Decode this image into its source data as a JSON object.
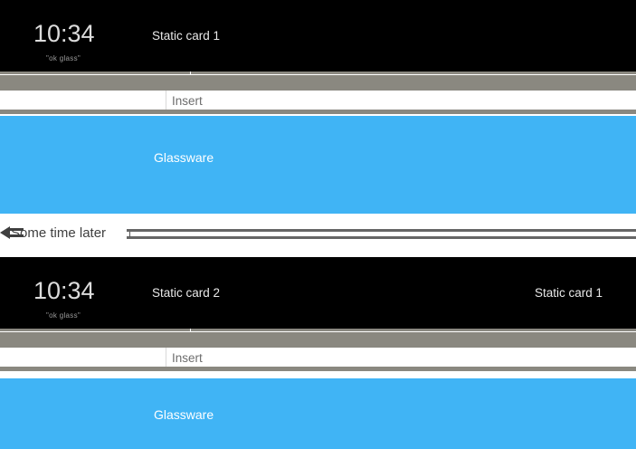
{
  "colors": {
    "card_bg": "#000000",
    "accent_blue": "#40b4f5",
    "rule_gray": "#8a8880",
    "line_dark": "#666666",
    "page_bg": "#ffffff",
    "clock_text": "#dcdcdc",
    "muted_text": "#6d6d6d"
  },
  "sequence": [
    {
      "id": "row-1",
      "type": "glass-card",
      "clock": "10:34",
      "hint": "\"ok glass\"",
      "cards": [
        {
          "label": "Static card 1",
          "slot": "center"
        }
      ]
    },
    {
      "id": "row-2",
      "type": "insert",
      "label": "Insert"
    },
    {
      "id": "row-3",
      "type": "glassware",
      "label": "Glassware"
    },
    {
      "id": "row-4",
      "type": "transition",
      "label": "Some time later",
      "arrow": "arrow-left-icon"
    },
    {
      "id": "row-5",
      "type": "glass-card",
      "clock": "10:34",
      "hint": "\"ok glass\"",
      "cards": [
        {
          "label": "Static card 2",
          "slot": "center"
        },
        {
          "label": "Static card 1",
          "slot": "right"
        }
      ]
    },
    {
      "id": "row-6",
      "type": "insert",
      "label": "Insert"
    },
    {
      "id": "row-7",
      "type": "glassware",
      "label": "Glassware"
    }
  ],
  "labels": {
    "clock_1": "10:34",
    "hint_1": "\"ok glass\"",
    "static_card_1_top": "Static card 1",
    "insert_1": "Insert",
    "glassware_1": "Glassware",
    "some_time_later": "Some time later",
    "clock_2": "10:34",
    "hint_2": "\"ok glass\"",
    "static_card_2": "Static card 2",
    "static_card_1_bottom": "Static card 1",
    "insert_2": "Insert",
    "glassware_2": "Glassware"
  }
}
